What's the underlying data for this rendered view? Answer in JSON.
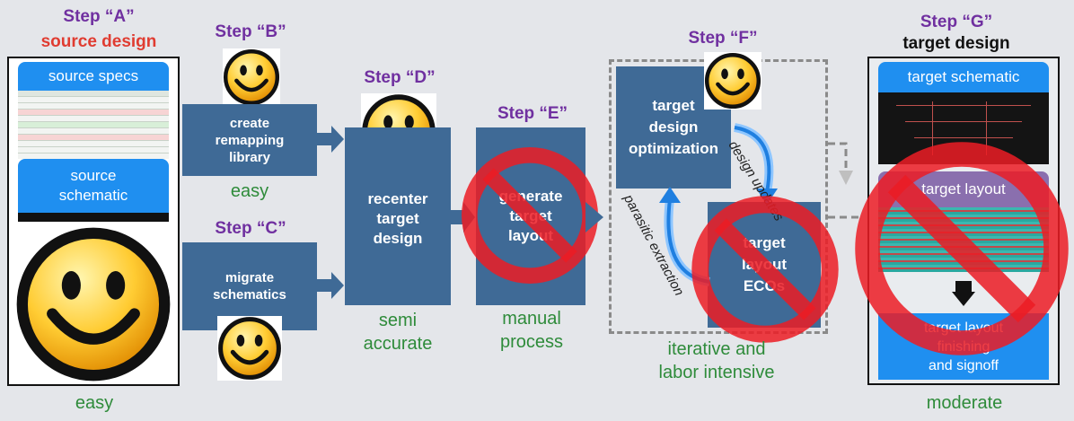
{
  "steps": {
    "a": {
      "label": "Step “A”",
      "sub": "source design",
      "result": "easy",
      "specs_title": "source specs",
      "schematic_title": "source\nschematic"
    },
    "b": {
      "label": "Step “B”",
      "box": "create\nremapping\nlibrary",
      "result": "easy"
    },
    "c": {
      "label": "Step “C”",
      "box": "migrate\nschematics"
    },
    "d": {
      "label": "Step “D”",
      "box": "recenter\ntarget\ndesign",
      "result": "semi\naccurate"
    },
    "e": {
      "label": "Step “E”",
      "box": "generate\ntarget\nlayout",
      "result": "manual\nprocess"
    },
    "f": {
      "label": "Step “F”",
      "box_top": "target\ndesign\noptimization",
      "box_bottom": "target\nlayout\nECOs",
      "curve_updates": "design updates",
      "curve_extraction": "parasitic extraction",
      "result": "iterative and\nlabor intensive"
    },
    "g": {
      "label": "Step “G”",
      "sub": "target design",
      "result": "moderate",
      "schematic_title": "target schematic",
      "layout_title": "target layout",
      "finishing": "target layout\nfinishing\nand signoff"
    }
  },
  "icons": {
    "smiley": "smiley-face-icon",
    "no_symbol": "prohibited-icon",
    "arrow": "right-arrow-icon"
  },
  "colors": {
    "step_purple": "#7030a0",
    "source_red": "#e03c31",
    "result_green": "#2e8b3a",
    "box_blue": "#3f6a96",
    "header_blue": "#1f8ff0",
    "prohibit_red": "#ec1c24"
  }
}
